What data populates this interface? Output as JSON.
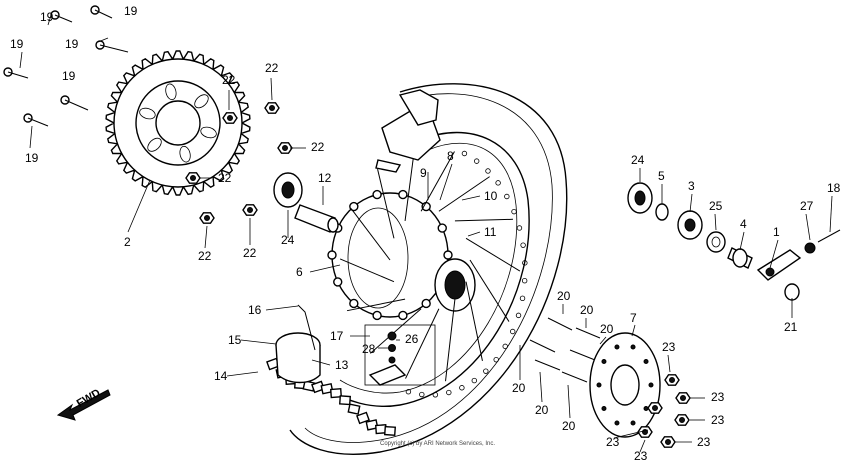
{
  "labels": {
    "l1": "1",
    "l2": "2",
    "l3": "3",
    "l4": "4",
    "l5": "5",
    "l6": "6",
    "l7": "7",
    "l8": "8",
    "l9": "9",
    "l10": "10",
    "l11": "11",
    "l12": "12",
    "l13": "13",
    "l14": "14",
    "l15": "15",
    "l16": "16",
    "l17": "17",
    "l18": "18",
    "l19": "19",
    "l20": "20",
    "l21": "21",
    "l22": "22",
    "l23": "23",
    "l24": "24",
    "l25": "25",
    "l26": "26",
    "l27": "27",
    "l28": "28"
  },
  "fwd": "FWD",
  "copyright": "Copyright (c) by ARI Network Services, Inc."
}
